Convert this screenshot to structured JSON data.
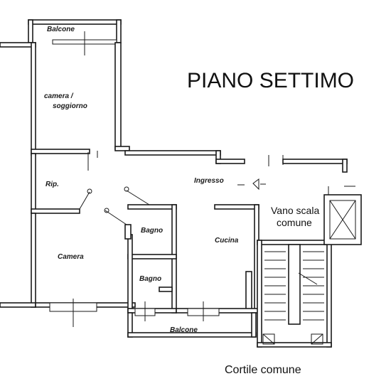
{
  "title": "PIANO SETTIMO",
  "rooms": {
    "balcone_top": "Balcone",
    "camera_soggiorno_1": "camera /",
    "camera_soggiorno_2": "soggiorno",
    "rip": "Rip.",
    "ingresso": "Ingresso",
    "camera": "Camera",
    "bagno_1": "Bagno",
    "bagno_2": "Bagno",
    "cucina": "Cucina",
    "balcone_bottom": "Balcone"
  },
  "vano_scala": {
    "line1": "Vano scala",
    "line2": "comune"
  },
  "cortile": "Cortile comune",
  "colors": {
    "wall": "#1a1a1a",
    "wall_fill": "#bdbdbd",
    "background": "#ffffff"
  }
}
